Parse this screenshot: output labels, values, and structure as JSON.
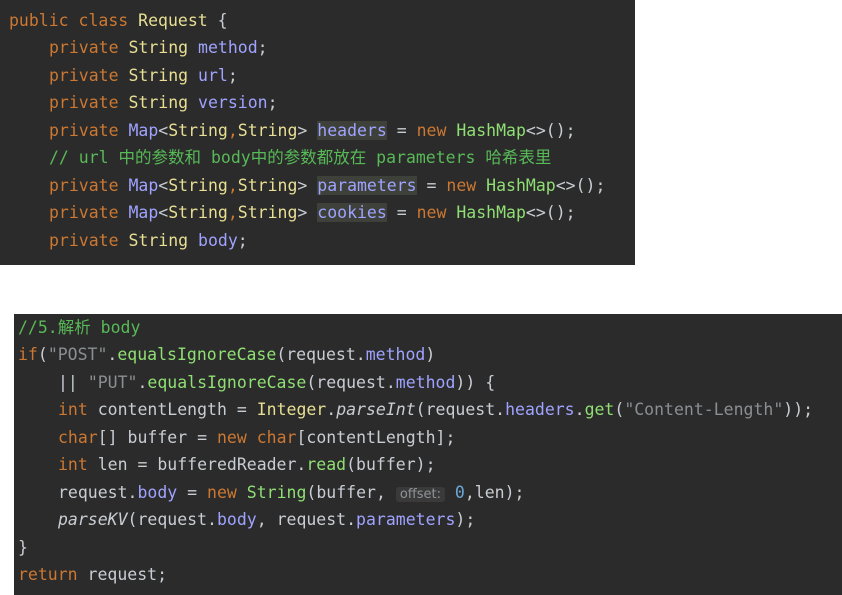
{
  "class_panel": {
    "lines": [
      [
        "public class",
        " ",
        "Request",
        " {"
      ],
      [
        "private",
        " ",
        "String",
        " ",
        "method",
        ";"
      ],
      [
        "private",
        " ",
        "String",
        " ",
        "url",
        ";"
      ],
      [
        "private",
        " ",
        "String",
        " ",
        "version",
        ";"
      ],
      [
        "private",
        " ",
        "Map",
        "<",
        "String",
        ",",
        "String",
        "> ",
        "headers",
        " = ",
        "new",
        " ",
        "HashMap",
        "<>();"
      ],
      [
        "// url 中的参数和 body中的参数都放在 parameters 哈希表里"
      ],
      [
        "private",
        " ",
        "Map",
        "<",
        "String",
        ",",
        "String",
        "> ",
        "parameters",
        " = ",
        "new",
        " ",
        "HashMap",
        "<>();"
      ],
      [
        "private",
        " ",
        "Map",
        "<",
        "String",
        ",",
        "String",
        "> ",
        "cookies",
        " = ",
        "new",
        " ",
        "HashMap",
        "<>();"
      ],
      [
        "private",
        " ",
        "String",
        " ",
        "body",
        ";"
      ]
    ]
  },
  "parse_panel": {
    "lines": [
      [
        "//5.解析 body"
      ],
      [
        "if",
        "(",
        "\"POST\"",
        ".",
        "equalsIgnoreCase",
        "(request.",
        "method",
        ")"
      ],
      [
        "|| ",
        "\"PUT\"",
        ".",
        "equalsIgnoreCase",
        "(request.",
        "method",
        ")) {"
      ],
      [
        "int",
        " contentLength = ",
        "Integer",
        ".",
        "parseInt",
        "(request.",
        "headers",
        ".",
        "get",
        "(",
        "\"Content-Length\"",
        "));"
      ],
      [
        "char",
        "[] buffer = ",
        "new",
        " ",
        "char",
        "[contentLength];"
      ],
      [
        "int",
        " len = bufferedReader.",
        "read",
        "(buffer);"
      ],
      [
        "request.",
        "body",
        " = ",
        "new",
        " ",
        "String",
        "(buffer, ",
        "offset:",
        " ",
        "0",
        ",len);"
      ],
      [
        "parseKV",
        "(request.",
        "body",
        ", request.",
        "parameters",
        ");"
      ],
      [
        "}"
      ],
      [
        "return",
        " request;"
      ]
    ]
  }
}
